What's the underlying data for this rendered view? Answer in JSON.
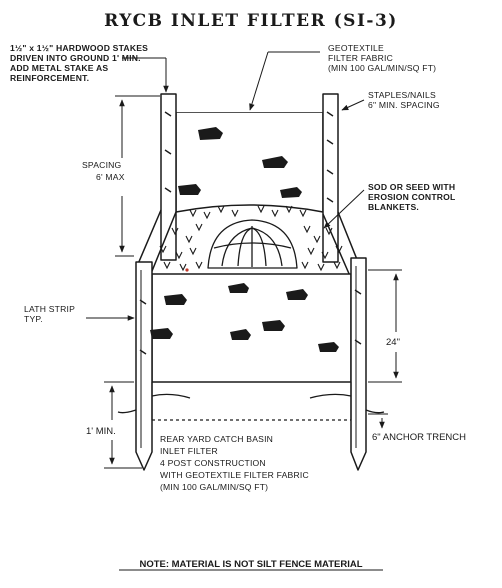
{
  "title": "RYCB INLET FILTER (SI-3)",
  "labels": {
    "stakes": [
      "1½\" x 1½\" HARDWOOD STAKES",
      "DRIVEN INTO GROUND 1' MIN.",
      "ADD METAL STAKE AS",
      "REINFORCEMENT."
    ],
    "geotextile": [
      "GEOTEXTILE",
      "FILTER FABRIC",
      "(MIN 100 GAL/MIN/SQ FT)"
    ],
    "staples": [
      "STAPLES/NAILS",
      "6\" MIN. SPACING"
    ],
    "spacing": [
      "SPACING",
      "6' MAX"
    ],
    "sod": [
      "SOD OR SEED WITH",
      "EROSION CONTROL",
      "BLANKETS."
    ],
    "lath": [
      "LATH STRIP",
      "TYP."
    ],
    "height": "24\"",
    "depth": "1' MIN.",
    "anchor": "6\" ANCHOR TRENCH",
    "description": [
      "REAR YARD CATCH BASIN",
      "INLET FILTER",
      "4 POST CONSTRUCTION",
      "WITH GEOTEXTILE FILTER FABRIC",
      "(MIN 100 GAL/MIN/SQ FT)"
    ]
  },
  "note": "NOTE: MATERIAL IS NOT SILT FENCE MATERIAL",
  "colors": {
    "ink": "#1a1a1a",
    "accent_mark": "#c0392b"
  }
}
